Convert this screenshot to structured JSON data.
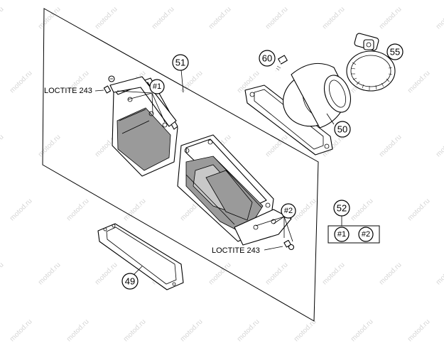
{
  "watermark": "motod.ru",
  "callouts": {
    "c49": "49",
    "c50": "50",
    "c51": "51",
    "c52": "52",
    "c55": "55",
    "c60": "60"
  },
  "subcallouts": {
    "s1": "#1",
    "s2": "#2",
    "s1_box": "#1",
    "s2_box": "#2"
  },
  "labels": {
    "loctite_top": "LOCTITE 243",
    "loctite_bottom": "LOCTITE 243"
  }
}
